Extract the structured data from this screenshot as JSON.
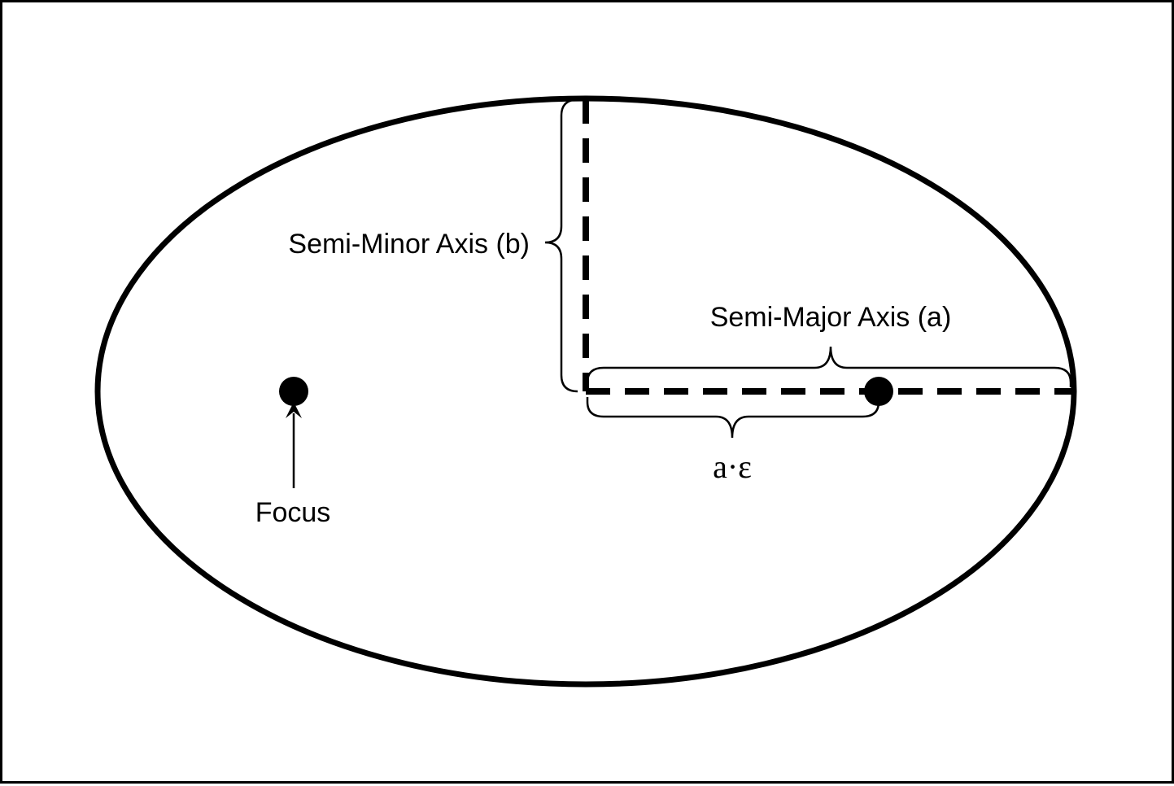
{
  "diagram": {
    "labels": {
      "semi_minor": "Semi-Minor Axis (b)",
      "semi_major": "Semi-Major Axis (a)",
      "a_epsilon": "a·ε",
      "focus": "Focus"
    },
    "colors": {
      "stroke": "#000000",
      "background": "#ffffff"
    }
  }
}
